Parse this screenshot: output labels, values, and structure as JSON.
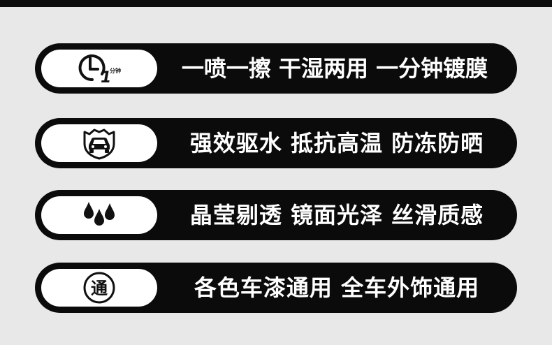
{
  "features": [
    {
      "icon": "clock-one-minute-icon",
      "icon_label": "分钟",
      "icon_digit": "1",
      "text": "一喷一擦 干湿两用 一分钟镀膜"
    },
    {
      "icon": "car-shield-icon",
      "text": "强效驱水 抵抗高温 防冻防晒"
    },
    {
      "icon": "water-drops-icon",
      "text": "晶莹剔透 镜面光泽 丝滑质感"
    },
    {
      "icon": "universal-badge-icon",
      "icon_label": "通",
      "text": "各色车漆通用 全车外饰通用"
    }
  ],
  "colors": {
    "background": "#e8e8e8",
    "bar": "#0b0b0b",
    "pill": "#ffffff",
    "text": "#ffffff"
  }
}
